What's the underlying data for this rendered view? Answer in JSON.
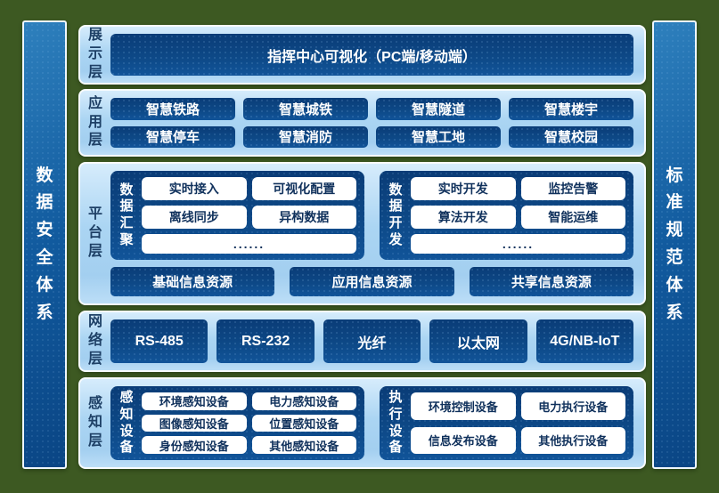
{
  "colors": {
    "page_bg": "#3d5922",
    "panel_light_blue": "#abd5f3",
    "box_dark_blue": "#0d4886",
    "chip_text_navy": "#10315c",
    "label_navy": "#1e4066"
  },
  "left_sidebar": {
    "label": "数据安全体系"
  },
  "right_sidebar": {
    "label": "标准规范体系"
  },
  "display": {
    "label": "展示层",
    "title": "指挥中心可视化（PC端/移动端）"
  },
  "application": {
    "label": "应用层",
    "items": [
      "智慧铁路",
      "智慧城铁",
      "智慧隧道",
      "智慧楼宇",
      "智慧停车",
      "智慧消防",
      "智慧工地",
      "智慧校园"
    ]
  },
  "platform": {
    "label": "平台层",
    "aggregation": {
      "label": "数据汇聚",
      "items": [
        "实时接入",
        "可视化配置",
        "离线同步",
        "异构数据"
      ],
      "more": "......"
    },
    "development": {
      "label": "数据开发",
      "items": [
        "实时开发",
        "监控告警",
        "算法开发",
        "智能运维"
      ],
      "more": "......"
    },
    "resources": [
      "基础信息资源",
      "应用信息资源",
      "共享信息资源"
    ]
  },
  "network": {
    "label": "网络层",
    "items": [
      "RS-485",
      "RS-232",
      "光纤",
      "以太网",
      "4G/NB-IoT"
    ]
  },
  "perception": {
    "label": "感知层",
    "sensing": {
      "label": "感知设备",
      "items": [
        "环境感知设备",
        "电力感知设备",
        "图像感知设备",
        "位置感知设备",
        "身份感知设备",
        "其他感知设备"
      ]
    },
    "execution": {
      "label": "执行设备",
      "items": [
        "环境控制设备",
        "电力执行设备",
        "信息发布设备",
        "其他执行设备"
      ]
    }
  }
}
